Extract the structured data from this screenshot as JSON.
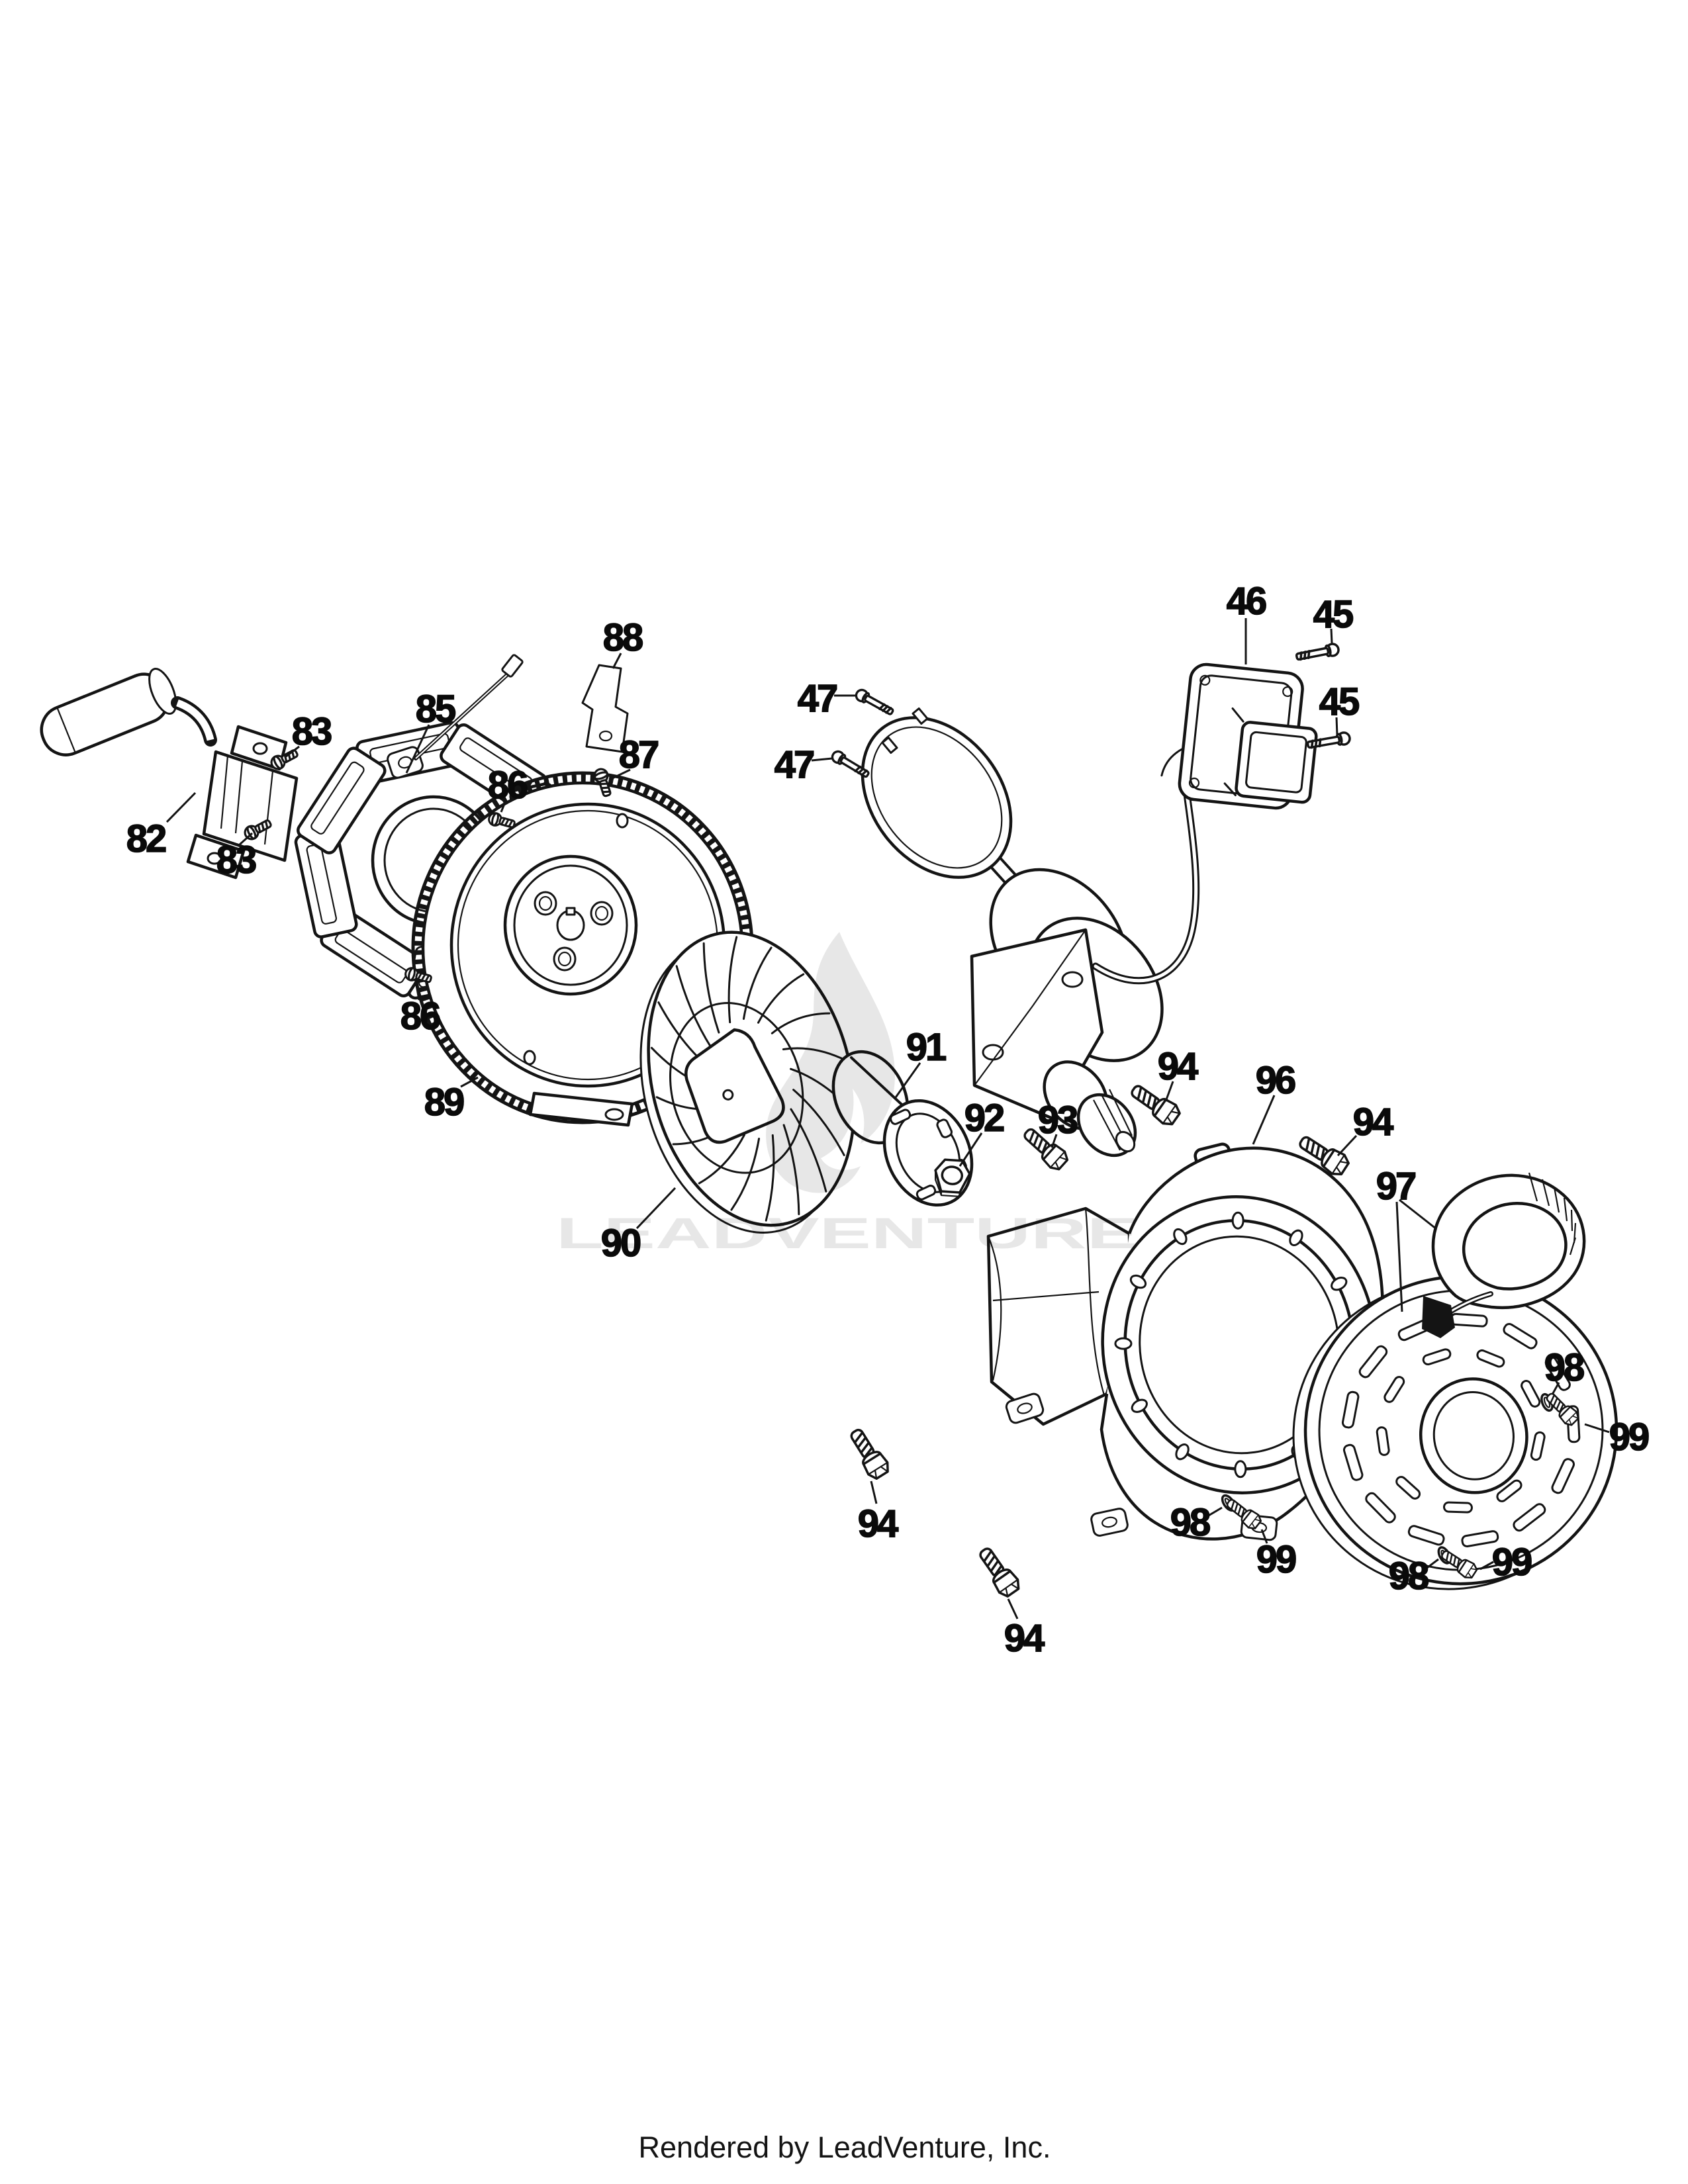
{
  "watermark": {
    "text": "LEADVENTURE"
  },
  "footer": {
    "text": "Rendered by LeadVenture, Inc."
  },
  "diagram": {
    "type": "exploded-parts-diagram",
    "callouts": [
      {
        "label": "45"
      },
      {
        "label": "45"
      },
      {
        "label": "46"
      },
      {
        "label": "47"
      },
      {
        "label": "47"
      },
      {
        "label": "82"
      },
      {
        "label": "83"
      },
      {
        "label": "83"
      },
      {
        "label": "85"
      },
      {
        "label": "86"
      },
      {
        "label": "86"
      },
      {
        "label": "87"
      },
      {
        "label": "88"
      },
      {
        "label": "89"
      },
      {
        "label": "90"
      },
      {
        "label": "91"
      },
      {
        "label": "92"
      },
      {
        "label": "93"
      },
      {
        "label": "94"
      },
      {
        "label": "94"
      },
      {
        "label": "94"
      },
      {
        "label": "94"
      },
      {
        "label": "96"
      },
      {
        "label": "97"
      },
      {
        "label": "98"
      },
      {
        "label": "98"
      },
      {
        "label": "98"
      },
      {
        "label": "99"
      },
      {
        "label": "99"
      },
      {
        "label": "99"
      }
    ]
  }
}
